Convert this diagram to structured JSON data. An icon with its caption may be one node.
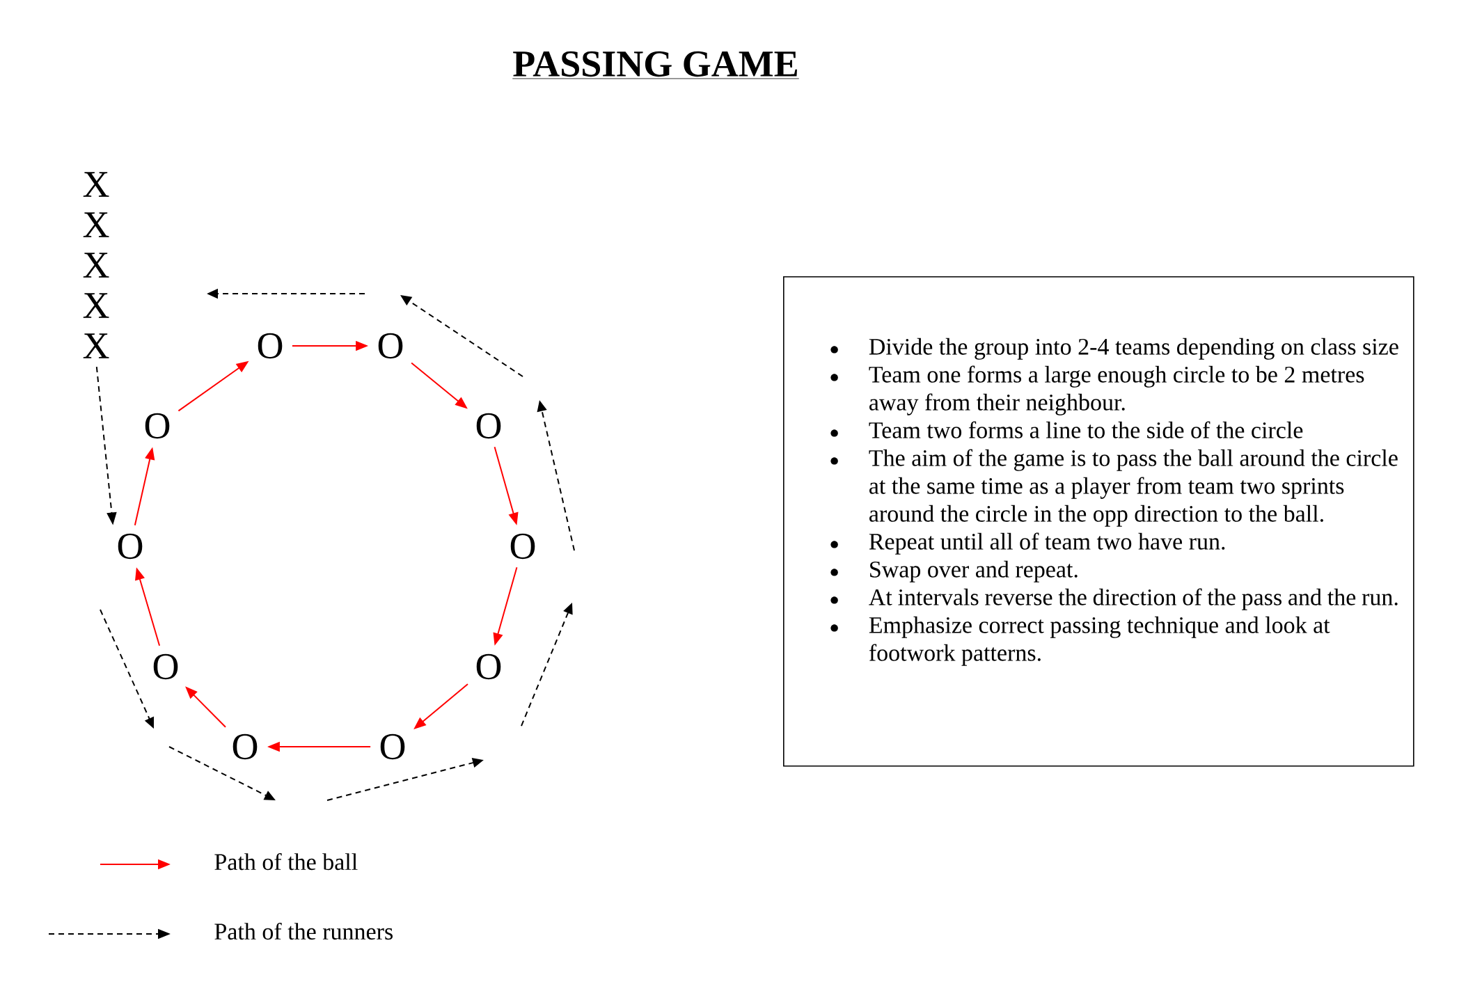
{
  "diagram": {
    "title": "PASSING GAME",
    "nodes": [
      {
        "text": [
          "X"
        ]
      },
      {
        "text": [
          "X"
        ]
      },
      {
        "text": [
          "X"
        ]
      },
      {
        "text": [
          "X"
        ]
      },
      {
        "text": [
          "X"
        ]
      },
      {
        "text": [
          "O"
        ]
      },
      {
        "text": [
          "O"
        ]
      },
      {
        "text": [
          "O"
        ]
      },
      {
        "text": [
          "O"
        ]
      },
      {
        "text": [
          "O"
        ]
      },
      {
        "text": [
          "O"
        ]
      },
      {
        "text": [
          "O"
        ]
      },
      {
        "text": [
          "O"
        ]
      },
      {
        "text": [
          "O"
        ]
      },
      {
        "text": [
          "O"
        ]
      },
      {
        "text": [
          "Divide the group into 2-4  teams depending on class size",
          "Team one forms a large enough circle to be 2 metres away from their neighbour.",
          "Team two forms a line to the side of the circle",
          "The aim of the game is to pass the ball around the circle at the same time as a player from team two sprints around the circle in the opp direction to the ball.",
          "Repeat until all of team two have run.",
          "Swap over and repeat.",
          "At intervals reverse the direction of the pass and the run.",
          "Emphasize correct passing technique and look at footwork patterns."
        ]
      }
    ],
    "edges": [
      {
        "from": 5,
        "to": 6,
        "arrow": "to"
      },
      {
        "from": 6,
        "to": 8,
        "arrow": "to"
      },
      {
        "from": 8,
        "to": 10,
        "arrow": "to"
      },
      {
        "from": 10,
        "to": 12,
        "arrow": "to"
      },
      {
        "from": 12,
        "to": 14,
        "arrow": "to"
      },
      {
        "from": 14,
        "to": 13,
        "arrow": "to"
      },
      {
        "from": 13,
        "to": 11,
        "arrow": "to"
      },
      {
        "from": 11,
        "to": 9,
        "arrow": "to"
      },
      {
        "from": 9,
        "to": 7,
        "arrow": "to"
      },
      {
        "from": 7,
        "to": 5,
        "arrow": "to"
      },
      {
        "from": 4,
        "to": 9,
        "arrow": "to",
        "style": "dashed",
        "color": "#000000"
      }
    ],
    "legend": [
      {
        "text": "Path of the ball"
      },
      {
        "text": "Path of the runners"
      }
    ]
  }
}
